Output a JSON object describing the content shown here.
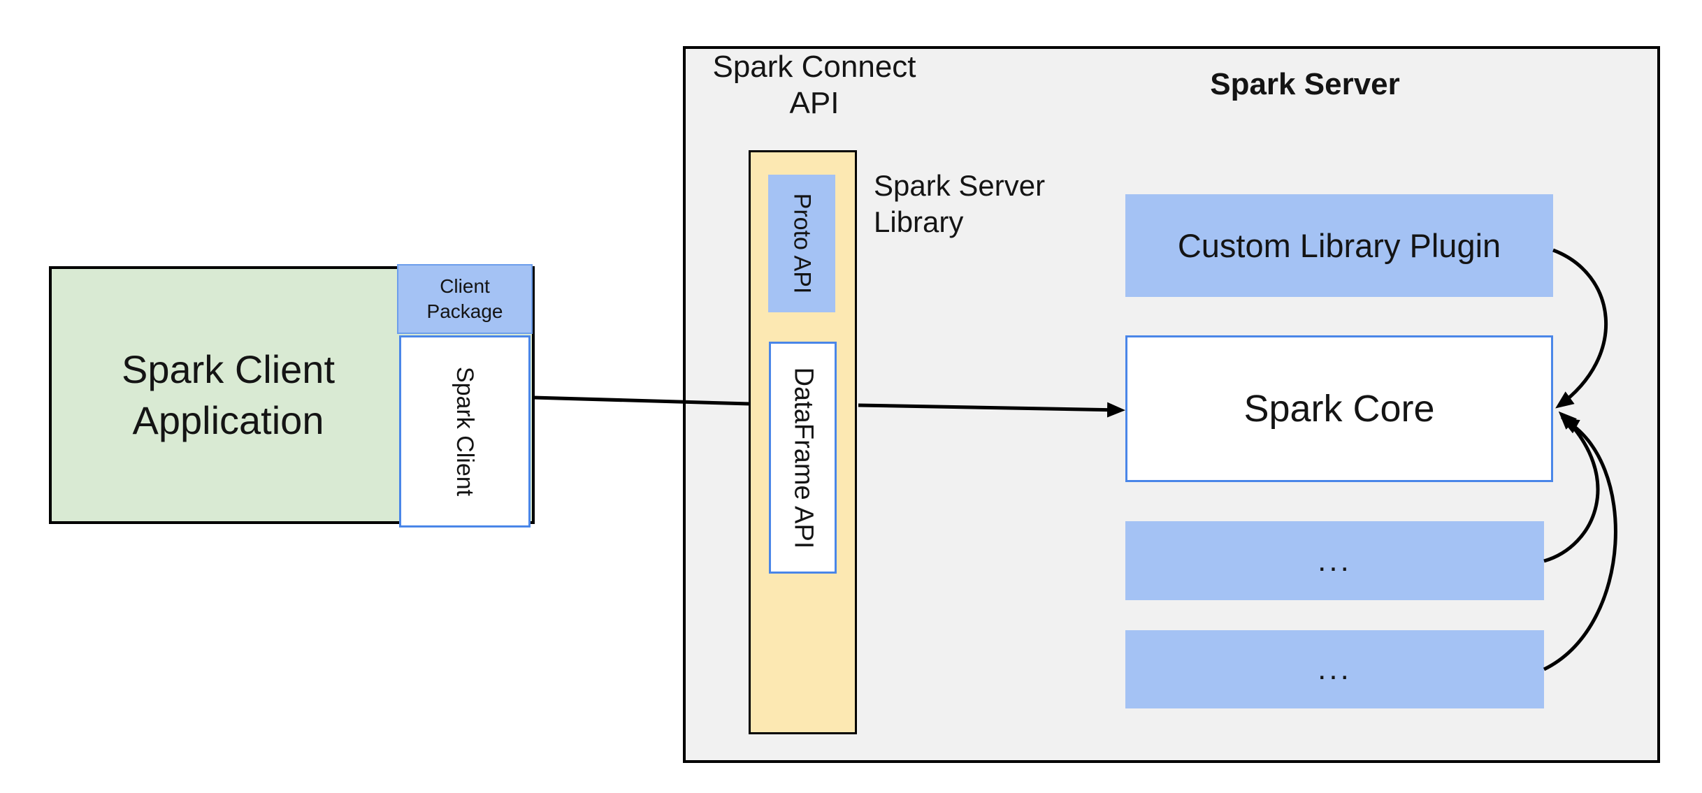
{
  "colors": {
    "green_fill": "#d9ead3",
    "blue_fill": "#a4c2f4",
    "yellow_fill": "#fce8b2",
    "gray_fill": "#f1f1f1",
    "white_fill": "#ffffff",
    "black_border": "#000000",
    "blue_box_border": "#4a86e8",
    "package_border": "#6d9eeb",
    "text": "#141414",
    "connector": "#000000"
  },
  "client": {
    "application_label": {
      "line1": "Spark Client",
      "line2": "Application"
    },
    "package_label": {
      "line1": "Client",
      "line2": "Package"
    },
    "spark_client_label": "Spark Client"
  },
  "connect_api": {
    "heading": {
      "line1": "Spark Connect",
      "line2": "API"
    },
    "proto_api_label": "Proto API",
    "dataframe_api_label": "DataFrame API",
    "server_library_label": {
      "line1": "Spark Server",
      "line2": "Library"
    }
  },
  "server": {
    "heading": "Spark Server",
    "plugin_label": "Custom Library Plugin",
    "core_label": "Spark Core",
    "module_row_1": "...",
    "module_row_2": "..."
  }
}
